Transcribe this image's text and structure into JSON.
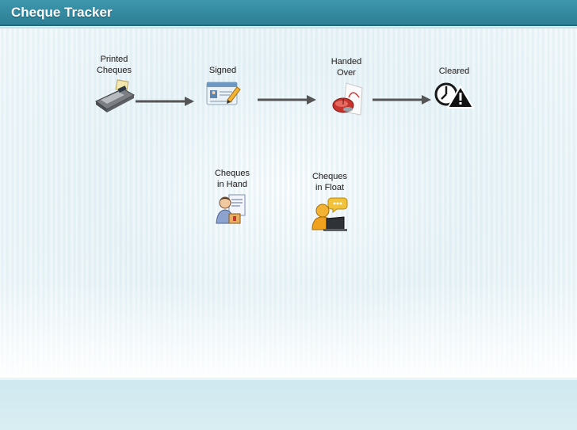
{
  "app": {
    "title": "Cheque Tracker"
  },
  "workflow": {
    "printed": {
      "label": "Printed\nCheques",
      "icon": "printer-terminal-icon"
    },
    "signed": {
      "label": "Signed",
      "icon": "signed-form-icon"
    },
    "handed_over": {
      "label": "Handed\nOver",
      "icon": "mouse-handover-icon"
    },
    "cleared": {
      "label": "Cleared",
      "icon": "clock-warning-icon"
    }
  },
  "status": {
    "in_hand": {
      "label": "Cheques\nin Hand",
      "icon": "person-document-icon"
    },
    "in_float": {
      "label": "Cheques\nin Float",
      "icon": "user-chat-laptop-icon"
    }
  },
  "colors": {
    "title_bar": "#2d7f95",
    "arrow": "#555555",
    "footer": "#d2eaf0"
  }
}
